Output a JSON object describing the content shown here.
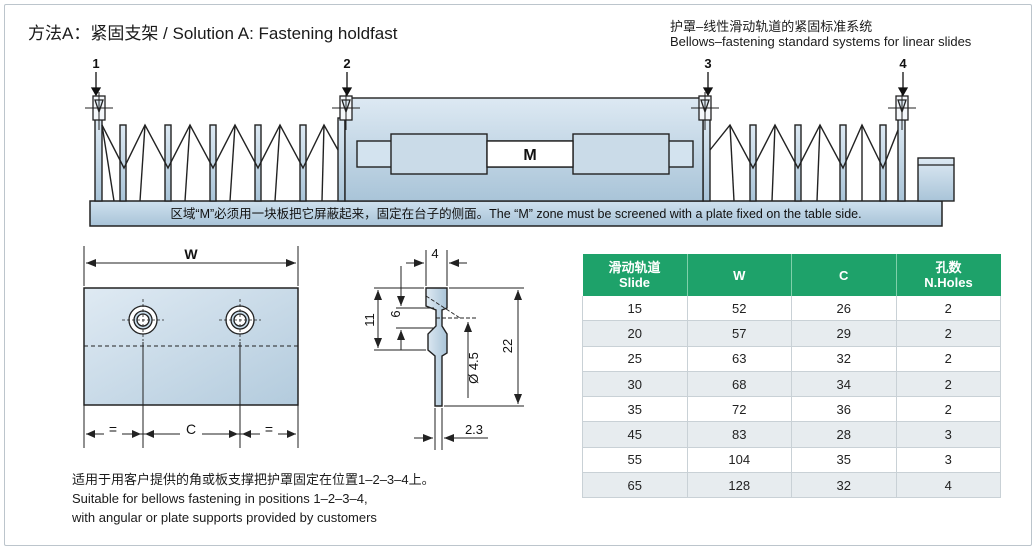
{
  "title": "方法A：紧固支架 / Solution A: Fastening holdfast",
  "subtitle_cn": "护罩–线性滑动轨道的紧固标准系统",
  "subtitle_en": "Bellows–fastening standard systems for linear slides",
  "positions": [
    "1",
    "2",
    "3",
    "4"
  ],
  "m_label": "M",
  "zone_note": "区域“M”必须用一块板把它屏蔽起来，固定在台子的侧面。The “M” zone must be screened with a plate fixed on the table side.",
  "plate_dims": {
    "w": "W",
    "c": "C",
    "eq_left": "=",
    "eq_right": "="
  },
  "side_dims": {
    "d4": "4",
    "d6": "6",
    "d11": "11",
    "d22": "22",
    "hole": "Ø 4.5",
    "d23": "2.3"
  },
  "note_lines": [
    "适用于用客户提供的角或板支撑把护罩固定在位置1–2–3–4上。",
    "Suitable for bellows fastening in positions 1–2–3–4,",
    "with angular or plate supports provided by customers"
  ],
  "table": {
    "headers": [
      {
        "cn": "滑动轨道",
        "en": "Slide"
      },
      {
        "cn": "",
        "en": "W"
      },
      {
        "cn": "",
        "en": "C"
      },
      {
        "cn": "孔数",
        "en": "N.Holes"
      }
    ],
    "rows": [
      [
        "15",
        "52",
        "26",
        "2"
      ],
      [
        "20",
        "57",
        "29",
        "2"
      ],
      [
        "25",
        "63",
        "32",
        "2"
      ],
      [
        "30",
        "68",
        "34",
        "2"
      ],
      [
        "35",
        "72",
        "36",
        "2"
      ],
      [
        "45",
        "83",
        "28",
        "3"
      ],
      [
        "55",
        "104",
        "35",
        "3"
      ],
      [
        "65",
        "128",
        "32",
        "4"
      ]
    ]
  },
  "colors": {
    "steel": "#c9dcea",
    "steel_dark": "#8fb0c8",
    "header_green": "#1ea26a",
    "row_alt": "#e7ecef"
  }
}
